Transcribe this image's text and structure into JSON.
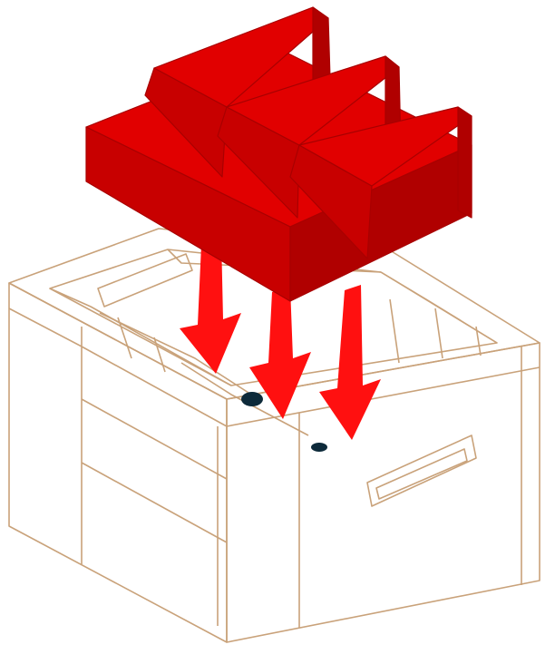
{
  "diagram": {
    "kind": "isometric-assembly-illustration",
    "parts": [
      "wooden-crate",
      "red-insert"
    ],
    "colors": {
      "background": "#ffffff",
      "crate_front": "#7a4418",
      "crate_side": "#6b3912",
      "crate_top": "#8a5020",
      "crate_interior": "#5e3210",
      "crate_edge": "#c9a27a",
      "insert_top": "#e10000",
      "insert_front": "#c80000",
      "insert_side": "#b00000",
      "arrow": "#ff1010",
      "peg": "#0d2a3a"
    },
    "icons": [
      "down-arrow-icon",
      "down-arrow-icon",
      "down-arrow-icon"
    ]
  }
}
